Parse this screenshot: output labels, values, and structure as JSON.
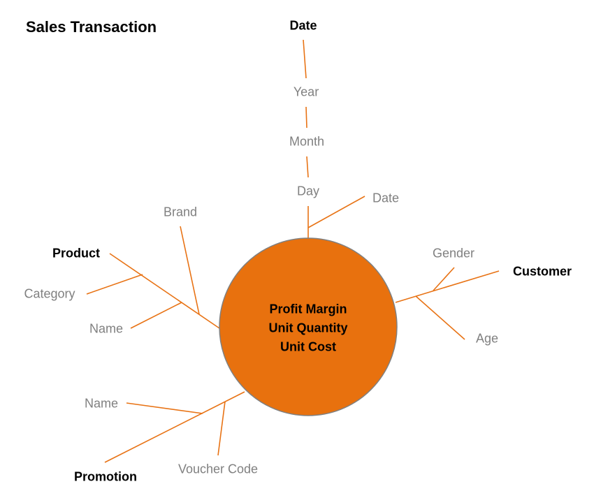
{
  "title": "Sales Transaction",
  "colors": {
    "line": "#e87315",
    "fact_fill": "#e8710e",
    "fact_stroke": "#808080",
    "attribute_text": "#808080",
    "dimension_text": "#000000"
  },
  "fact": {
    "measures": [
      "Profit Margin",
      "Unit Quantity",
      "Unit Cost"
    ]
  },
  "dimensions": {
    "date": {
      "label": "Date",
      "attributes": {
        "year": "Year",
        "month": "Month",
        "day": "Day",
        "date": "Date"
      }
    },
    "product": {
      "label": "Product",
      "attributes": {
        "brand": "Brand",
        "category": "Category",
        "name": "Name"
      }
    },
    "customer": {
      "label": "Customer",
      "attributes": {
        "gender": "Gender",
        "age": "Age"
      }
    },
    "promotion": {
      "label": "Promotion",
      "attributes": {
        "name": "Name",
        "voucher_code": "Voucher Code"
      }
    }
  }
}
